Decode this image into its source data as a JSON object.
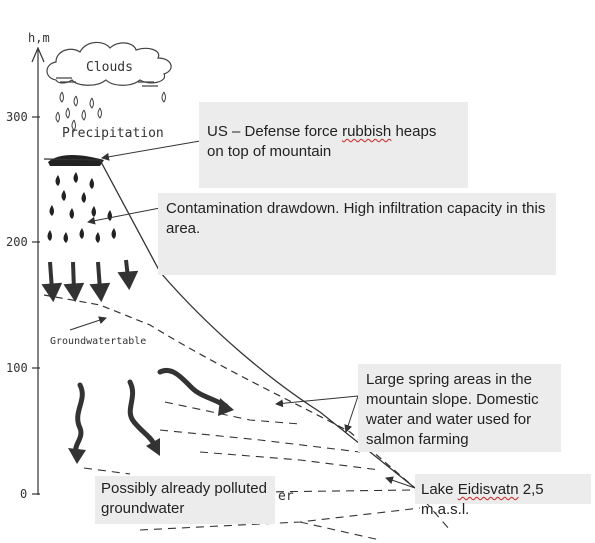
{
  "axis": {
    "label": "h,m",
    "ticks": [
      "300",
      "200",
      "100",
      "0"
    ]
  },
  "labels": {
    "clouds": "Clouds",
    "precipitation": "Precipitation",
    "groundwatertable": "Groundwatertable",
    "partial_sketch_text": "er"
  },
  "callouts": {
    "rubbish": {
      "before": "US – Defense force ",
      "underlined": "rubbish",
      "after": " heaps on top of mountain"
    },
    "contamination": "Contamination drawdown. High infiltration capacity in this area.",
    "springs": "Large spring areas in the mountain slope. Domestic water and water used for salmon farming",
    "polluted": "Possibly already polluted groundwater",
    "lake": {
      "before": "Lake ",
      "underlined": "Eidisvatn",
      "after": " 2,5 m.a.s.l."
    }
  },
  "colors": {
    "sketch": "#333333",
    "callout_bg": "#ececec",
    "spell_underline": "#d42020"
  }
}
